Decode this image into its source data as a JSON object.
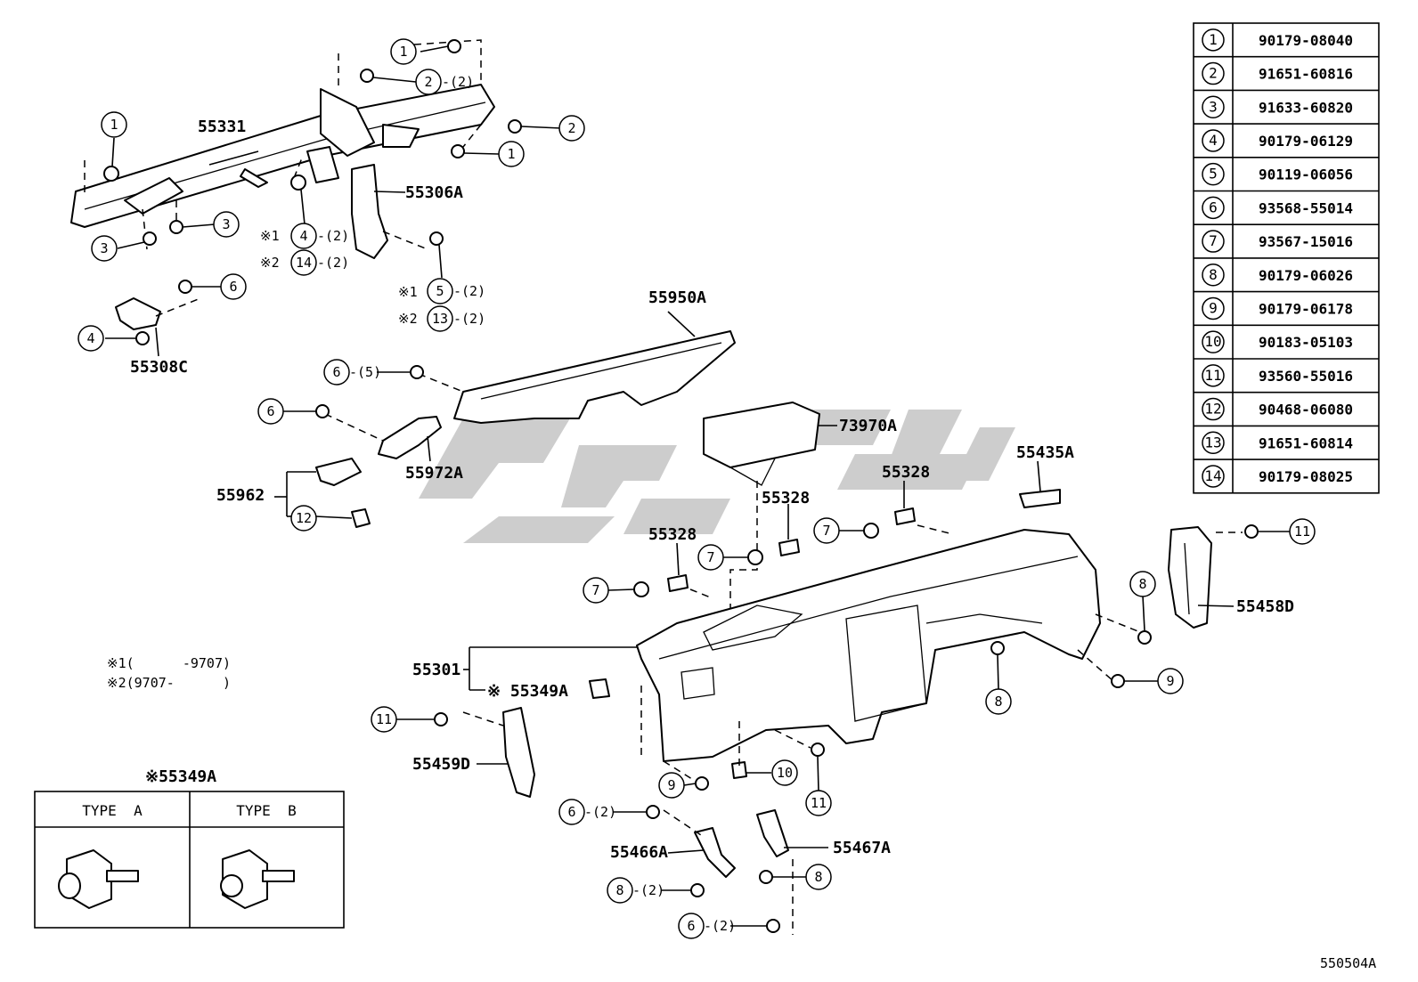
{
  "drawing_code": "550504A",
  "part_labels": {
    "p55331": "55331",
    "p55306A": "55306A",
    "p55308C": "55308C",
    "p55950A": "55950A",
    "p55972A": "55972A",
    "p55962": "55962",
    "p73970A": "73970A",
    "p55328a": "55328",
    "p55328b": "55328",
    "p55328c": "55328",
    "p55435A": "55435A",
    "p55458D": "55458D",
    "p55301": "55301",
    "p55349A": "※ 55349A",
    "p55459D": "55459D",
    "p55466A": "55466A",
    "p55467A": "55467A"
  },
  "quantities": {
    "q2": "-(2)",
    "q4": "-(2)",
    "q14": "-(2)",
    "q5": "-(2)",
    "q13": "-(2)",
    "q6a": "-(5)",
    "q6b": "-(2)",
    "q8": "-(2)",
    "q6c": "-(2)"
  },
  "variant_marks": {
    "m1a": "※1",
    "m2a": "※2",
    "m1b": "※1",
    "m2b": "※2"
  },
  "notes": {
    "note1": "※1(      -9707)",
    "note2": "※2(9707-      )"
  },
  "type_table": {
    "title": "※55349A",
    "col_a": "TYPE  A",
    "col_b": "TYPE  B"
  },
  "parts_table": [
    {
      "ref": "1",
      "part_no": "90179-08040"
    },
    {
      "ref": "2",
      "part_no": "91651-60816"
    },
    {
      "ref": "3",
      "part_no": "91633-60820"
    },
    {
      "ref": "4",
      "part_no": "90179-06129"
    },
    {
      "ref": "5",
      "part_no": "90119-06056"
    },
    {
      "ref": "6",
      "part_no": "93568-55014"
    },
    {
      "ref": "7",
      "part_no": "93567-15016"
    },
    {
      "ref": "8",
      "part_no": "90179-06026"
    },
    {
      "ref": "9",
      "part_no": "90179-06178"
    },
    {
      "ref": "10",
      "part_no": "90183-05103"
    },
    {
      "ref": "11",
      "part_no": "93560-55016"
    },
    {
      "ref": "12",
      "part_no": "90468-06080"
    },
    {
      "ref": "13",
      "part_no": "91651-60814"
    },
    {
      "ref": "14",
      "part_no": "90179-08025"
    }
  ],
  "callouts": {
    "c1a": "1",
    "c2a": "2",
    "c2b": "2",
    "c1b": "1",
    "c1c": "1",
    "c3a": "3",
    "c3b": "3",
    "c4a": "4",
    "c14a": "14",
    "c5a": "5",
    "c13a": "13",
    "c6a": "6",
    "c4b": "4",
    "c6b": "6",
    "c6c": "6",
    "c12a": "12",
    "c7a": "7",
    "c7b": "7",
    "c7c": "7",
    "c11a": "11",
    "c8a": "8",
    "c8b": "8",
    "c9a": "9",
    "c11b": "11",
    "c9b": "9",
    "c10a": "10",
    "c11c": "11",
    "c6d": "6",
    "c8c": "8",
    "c8d": "8",
    "c6e": "6"
  }
}
